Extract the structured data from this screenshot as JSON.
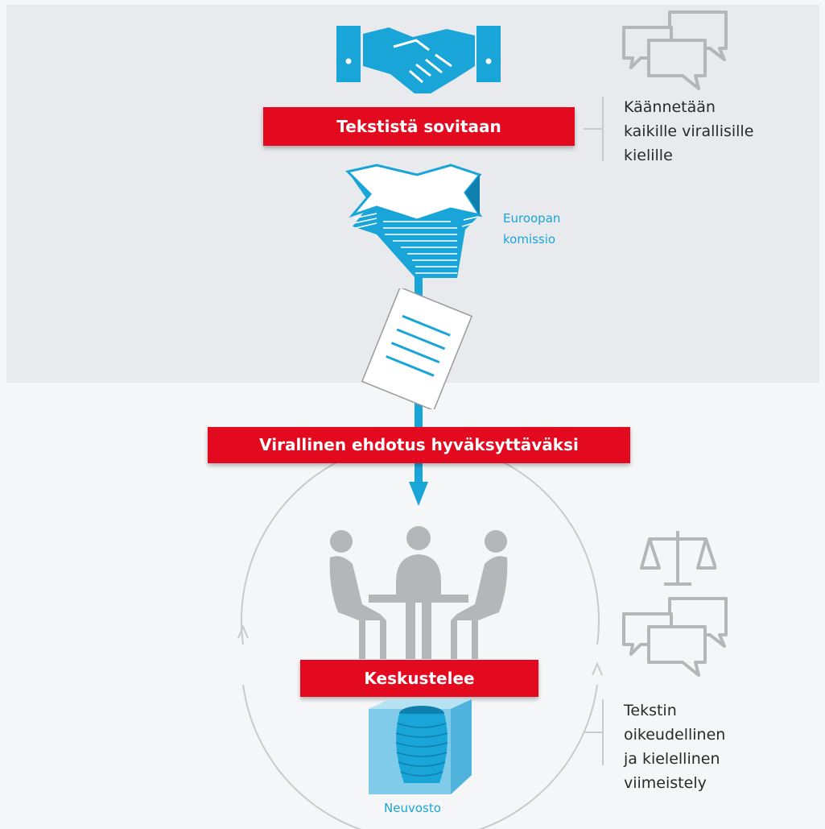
{
  "top_section": {
    "agreement_banner": "Tekstistä sovitaan",
    "translation_note": [
      "Käännetään",
      "kaikille virallisille",
      "kielille"
    ],
    "commission_label": [
      "Euroopan",
      "komissio"
    ]
  },
  "proposal_banner": "Virallinen ehdotus hyväksyttäväksi",
  "bottom_section": {
    "discussion_banner": "Keskustelee",
    "finalisation_note": [
      "Tekstin",
      "oikeudellinen",
      "ja kielellinen",
      "viimeistely"
    ],
    "council_label": "Neuvosto"
  },
  "icons": [
    "handshake-icon",
    "speech-bubbles-icon",
    "commission-building-icon",
    "document-icon",
    "meeting-table-icon",
    "scales-icon",
    "speech-bubbles-icon",
    "council-building-icon"
  ],
  "colors": {
    "banner_red": "#e3091f",
    "accent_blue": "#1aa5d8",
    "icon_grey": "#b4b6b9"
  }
}
